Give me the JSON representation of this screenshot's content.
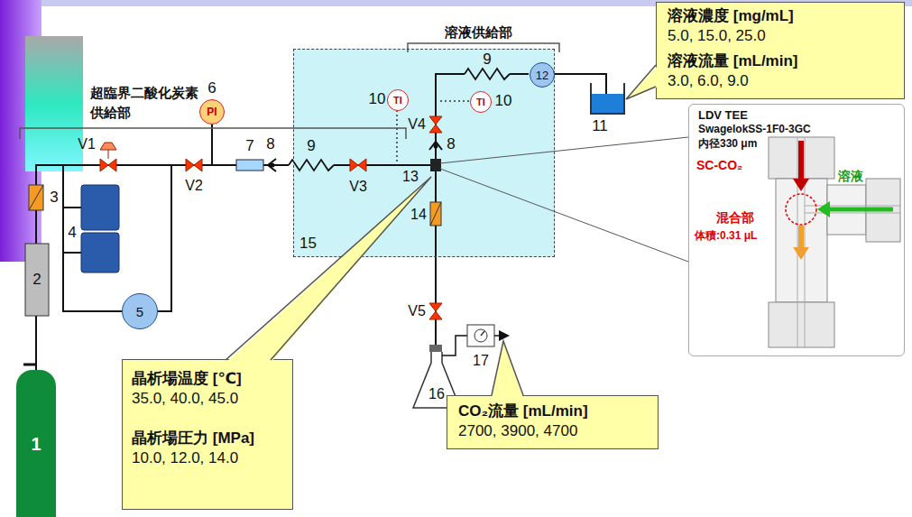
{
  "diagram": {
    "nodes": [
      {
        "text": [
          "溶液濃度 [mg/mL]",
          "5.0, 15.0, 25.0",
          "溶液流量 [mL/min]",
          "3.0, 6.0, 9.0"
        ]
      },
      {
        "text": [
          "15"
        ]
      },
      {
        "text": [
          "TI"
        ],
        "in": 1
      },
      {
        "text": [
          "TI"
        ],
        "in": 1
      },
      {
        "text": [
          "PI"
        ]
      },
      {
        "text": [
          "12"
        ],
        "in": 1
      },
      {
        "text": [
          "LDV TEE",
          "SwagelokSS-1F0-3GC 内径330 μm",
          "SC-CO₂",
          "溶液",
          "混合部",
          "体積:0.31 μL"
        ]
      },
      {
        "text": [
          "5"
        ]
      },
      {
        "text": [
          "1"
        ]
      },
      {
        "text": [
          "晶析場温度 [℃]",
          "35.0, 40.0, 45.0",
          "晶析場圧力 [MPa]",
          "10.0, 12.0, 14.0"
        ]
      },
      {
        "text": [
          "CO₂流量 [mL/min]",
          "2700, 3900, 4700"
        ]
      }
    ],
    "labels": [
      "超臨界二酸化炭素 供給部",
      "溶液供給部",
      "V1",
      "6",
      "V2",
      "7",
      "8",
      "9",
      "10",
      "V3",
      "13",
      "14",
      "8",
      "9",
      "10",
      "V4",
      "11",
      "V5",
      "16",
      "17",
      "2",
      "3",
      "4"
    ]
  }
}
